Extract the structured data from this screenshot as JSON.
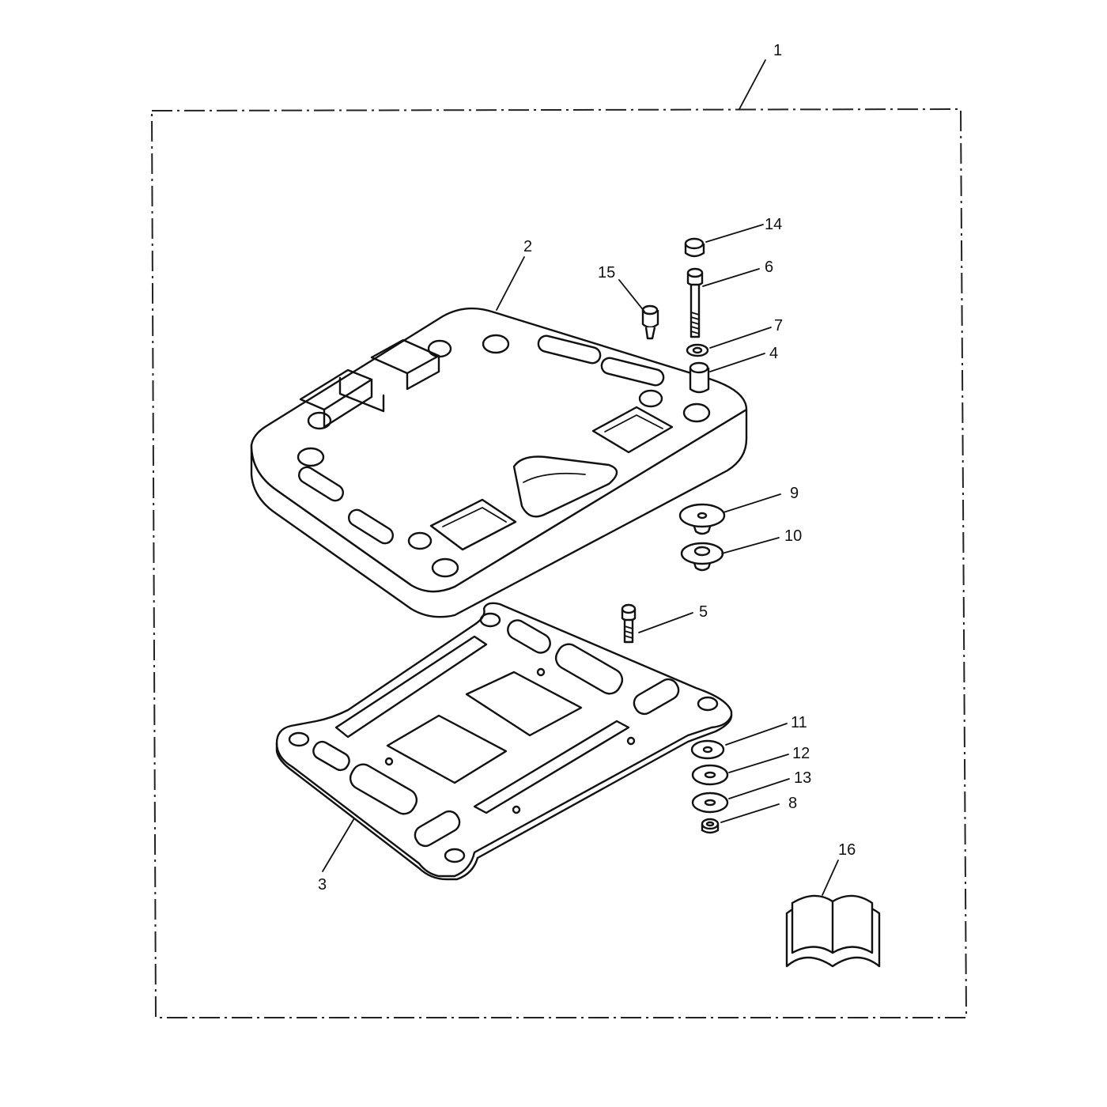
{
  "labels": {
    "kit": "1",
    "top_plate": "2",
    "base_plate": "3",
    "spacer": "4",
    "short_screw": "5",
    "long_screw": "6",
    "washer_7": "7",
    "nut": "8",
    "grommet_9": "9",
    "grommet_10": "10",
    "washer_11": "11",
    "washer_12": "12",
    "washer_13": "13",
    "cap": "14",
    "plug": "15",
    "instructions": "16"
  },
  "colors": {
    "line": "#111111",
    "background": "#ffffff"
  },
  "icons": {
    "instructions": "open-book-icon"
  }
}
